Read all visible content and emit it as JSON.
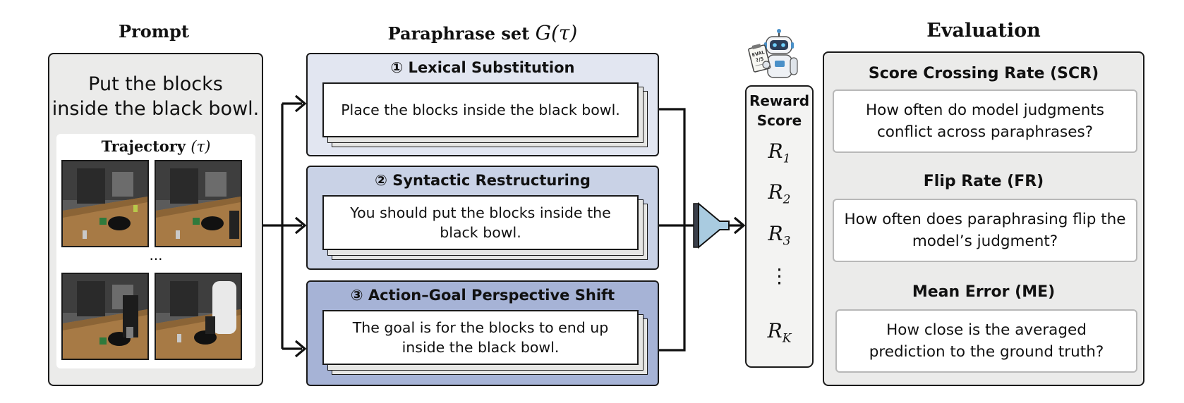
{
  "prompt": {
    "title": "Prompt",
    "line1": "Put the blocks",
    "line2": "inside the black bowl.",
    "trajectory_label": "Trajectory",
    "trajectory_symbol": "(τ)",
    "ellipsis": "..."
  },
  "paraphrase": {
    "title_text": "Paraphrase set",
    "title_symbol": "G(τ)",
    "items": [
      {
        "title": "① Lexical Substitution",
        "text": "Place the blocks inside the black bowl."
      },
      {
        "title": "② Syntactic Restructuring",
        "text": "You should put the blocks inside the black bowl."
      },
      {
        "title": "③ Action–Goal Perspective Shift",
        "text": "The goal is for the blocks to end up inside the black bowl."
      }
    ]
  },
  "reward": {
    "label_line1": "Reward",
    "label_line2": "Score",
    "symbols": [
      {
        "base": "R",
        "sub": "1"
      },
      {
        "base": "R",
        "sub": "2"
      },
      {
        "base": "R",
        "sub": "3"
      },
      {
        "base": "⋮",
        "sub": ""
      },
      {
        "base": "R",
        "sub": "K"
      }
    ],
    "robot_clipboard_line1": "EVAL",
    "robot_clipboard_line2": "?/5"
  },
  "evaluation": {
    "title": "Evaluation",
    "metrics": [
      {
        "name": "Score Crossing Rate (SCR)",
        "question": "How often do model judgments conflict across paraphrases?"
      },
      {
        "name": "Flip Rate (FR)",
        "question": "How often does paraphrasing flip the model’s judgment?"
      },
      {
        "name": "Mean Error (ME)",
        "question": "How close is the averaged prediction to the ground truth?"
      }
    ]
  },
  "colors": {
    "panel_gray": "#ebebea",
    "para1": "#e2e6f1",
    "para2": "#c9d2e6",
    "para3": "#a6b3d6",
    "funnel": "#a9cbe0"
  }
}
